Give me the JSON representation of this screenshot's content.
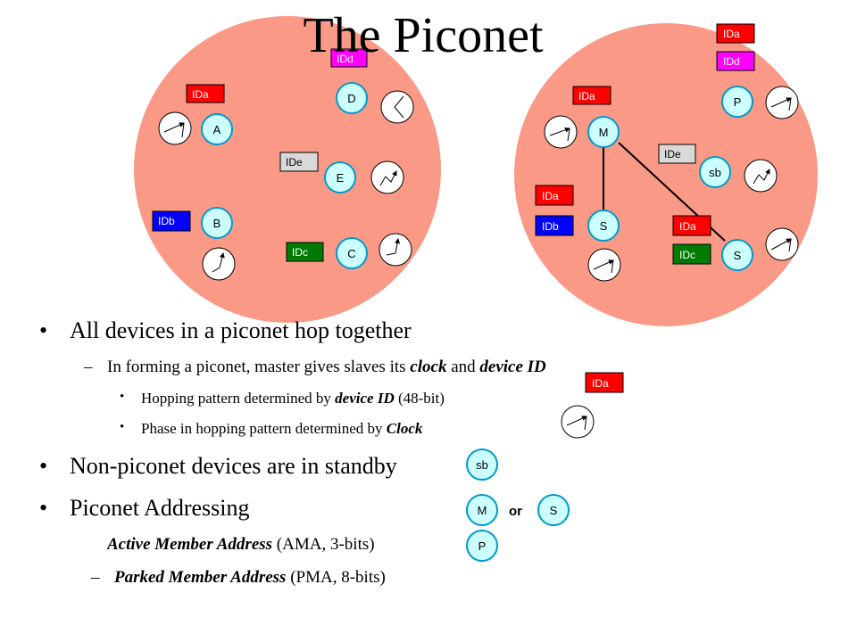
{
  "title": "The Piconet",
  "colors": {
    "circle": "#fa9a86",
    "red": "#ff0000",
    "magenta": "#ff00ff",
    "blue": "#0000ff",
    "green": "#007a00",
    "grey": "#d9d9d9",
    "node": "#ccffff",
    "node_border": "#0099cc"
  },
  "left_piconet": {
    "tags": {
      "a": "IDa",
      "d": "IDd",
      "e": "IDe",
      "b": "IDb",
      "c": "IDc"
    },
    "nodes": {
      "a": "A",
      "d": "D",
      "e": "E",
      "b": "B",
      "c": "C"
    }
  },
  "right_piconet": {
    "tags": {
      "a_top": "IDa",
      "d": "IDd",
      "a_m": "IDa",
      "e": "IDe",
      "a_s": "IDa",
      "b": "IDb",
      "a_s2": "IDa",
      "c": "IDc"
    },
    "nodes": {
      "m": "M",
      "p": "P",
      "sb": "sb",
      "s1": "S",
      "s2": "S"
    }
  },
  "bullets": {
    "hop": "All devices in a piconet hop together",
    "forming": {
      "pre": "In forming a piconet, master gives slaves its ",
      "clock": "clock",
      "and": " and ",
      "device_id": "device ID"
    },
    "hopping": {
      "pre": "Hopping pattern determined by ",
      "device_id": "device ID",
      "post": " (48-bit)"
    },
    "phase": {
      "pre": "Phase in hopping pattern determined by ",
      "clock": "Clock"
    },
    "standby": "Non-piconet devices are in standby",
    "addressing": "Piconet Addressing",
    "ama": {
      "name": "Active Member Address",
      "rest": " (AMA, 3-bits)"
    },
    "pma": {
      "name": "Parked Member Address",
      "rest": " (PMA, 8-bits)"
    }
  },
  "legend": {
    "tag": "IDa",
    "sb": "sb",
    "m": "M",
    "or": "or",
    "s": "S",
    "p": "P"
  }
}
